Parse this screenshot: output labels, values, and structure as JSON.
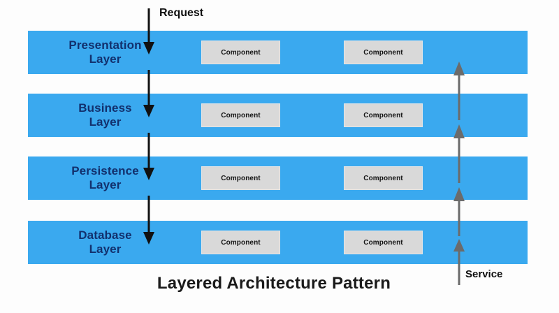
{
  "diagram": {
    "title": "Layered Architecture Pattern",
    "colors": {
      "layer_bar": "#3aa9ef",
      "layer_label_text": "#12306d",
      "component_box": "#d9d9d9",
      "request_arrow": "#111111",
      "service_arrow": "#6b6b6b",
      "background": "#fdfdfd",
      "title_text": "#1a1a1a"
    },
    "layers": [
      {
        "id": "presentation",
        "name_line1": "Presentation",
        "name_line2": "Layer",
        "components": [
          {
            "label": "Component"
          },
          {
            "label": "Component"
          }
        ]
      },
      {
        "id": "business",
        "name_line1": "Business",
        "name_line2": "Layer",
        "components": [
          {
            "label": "Component"
          },
          {
            "label": "Component"
          }
        ]
      },
      {
        "id": "persistence",
        "name_line1": "Persistence",
        "name_line2": "Layer",
        "components": [
          {
            "label": "Component"
          },
          {
            "label": "Component"
          }
        ]
      },
      {
        "id": "database",
        "name_line1": "Database",
        "name_line2": "Layer",
        "components": [
          {
            "label": "Component"
          },
          {
            "label": "Component"
          }
        ]
      }
    ],
    "flows": [
      {
        "id": "request",
        "label": "Request",
        "direction": "downward",
        "color": "#111111",
        "arrowhead_count": 4
      },
      {
        "id": "service",
        "label": "Service",
        "direction": "upward",
        "color": "#6b6b6b",
        "arrowhead_count": 4
      }
    ]
  }
}
